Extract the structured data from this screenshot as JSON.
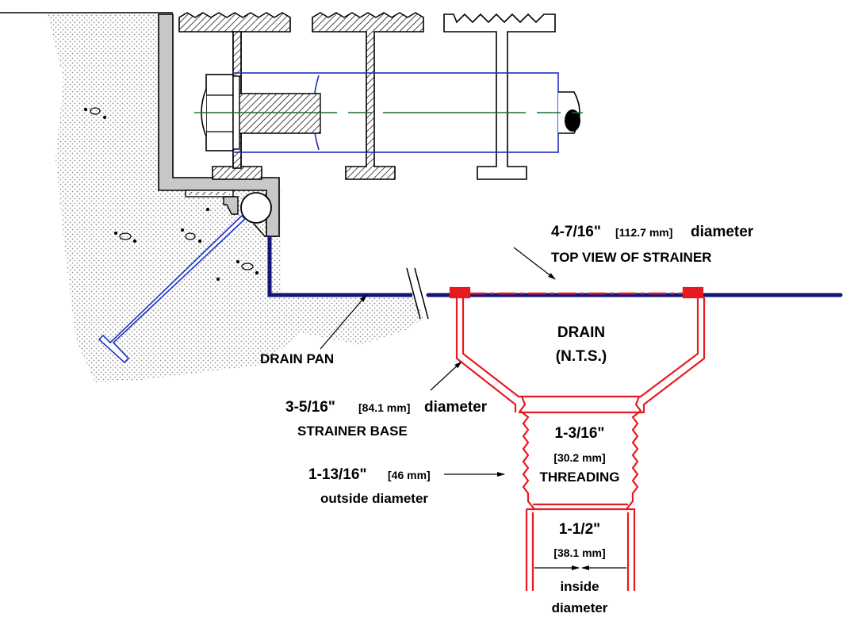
{
  "labels": {
    "top_view_dim": "4-7/16\"",
    "top_view_mm": "[112.7 mm]",
    "top_view_word": "diameter",
    "top_view_desc": "TOP VIEW OF STRAINER",
    "drain_title": "DRAIN",
    "drain_nts": "(N.T.S.)",
    "drain_pan": "DRAIN PAN",
    "strainer_base_dim": "3-5/16\"",
    "strainer_base_mm": "[84.1 mm]",
    "strainer_base_word": "diameter",
    "strainer_base_desc": "STRAINER BASE",
    "threading_dim": "1-3/16\"",
    "threading_mm": "[30.2 mm]",
    "threading_desc": "THREADING",
    "outside_dim": "1-13/16\"",
    "outside_mm": "[46 mm]",
    "outside_desc": "outside diameter",
    "inside_dim": "1-1/2\"",
    "inside_mm": "[38.1 mm]",
    "inside_word1": "inside",
    "inside_word2": "diameter"
  },
  "colors": {
    "drain": "#e8191f",
    "pan": "#14147a",
    "bolt": "#1d2fbf",
    "centerline": "#1f6b2a",
    "wall": "#c8c8c8",
    "concrete": "#9a9a9a"
  }
}
